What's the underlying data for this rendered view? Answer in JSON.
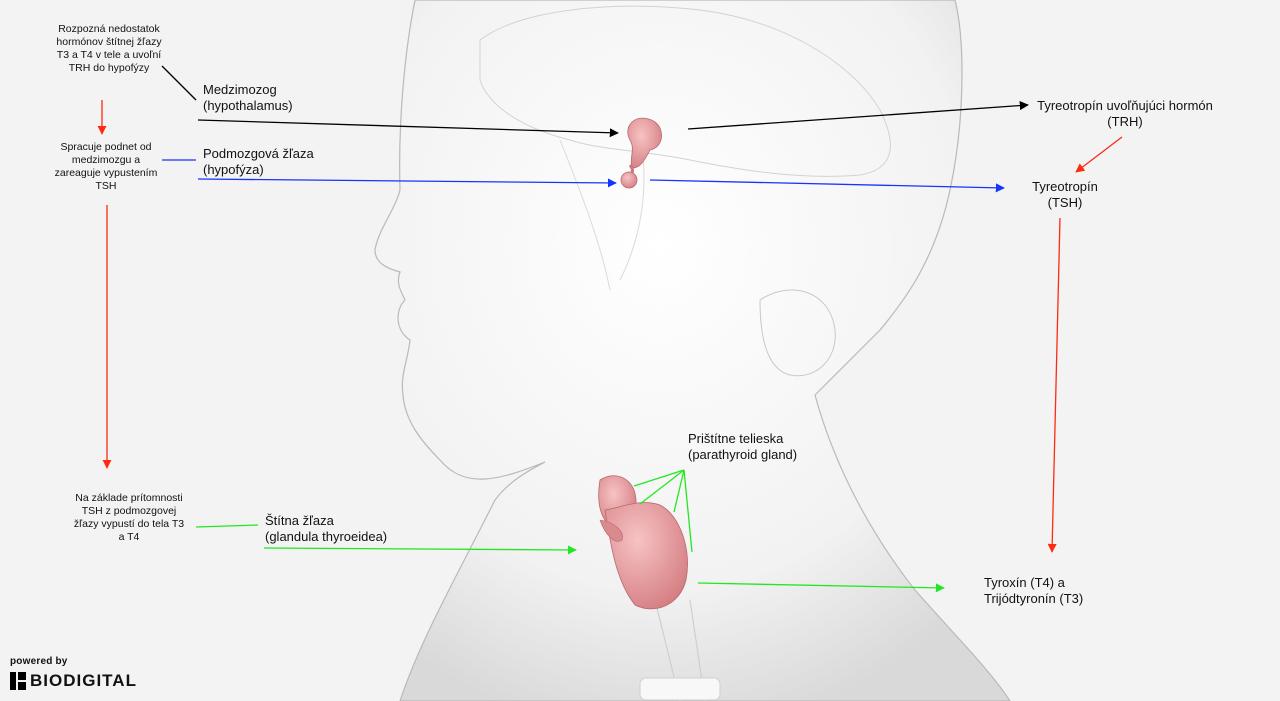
{
  "labels": {
    "hypothalamus": {
      "name": "Medzimozog",
      "latin": "(hypothalamus)"
    },
    "hypophysis": {
      "name": "Podmozgová žľaza",
      "latin": "(hypofýza)"
    },
    "thyroid": {
      "name": "Štítna žľaza",
      "latin": "(glandula thyroeidea)"
    },
    "parathyroid": {
      "name": "Prištítne telieska",
      "latin": "(parathyroid gland)"
    },
    "trh": {
      "name": "Tyreotropín uvoľňujúci hormón",
      "abbr": "(TRH)"
    },
    "tsh": {
      "name": "Tyreotropín",
      "abbr": "(TSH)"
    },
    "t4t3": {
      "line1": "Tyroxín (T4) a",
      "line2": "Trijódtyronín (T3)"
    }
  },
  "notes": {
    "step1": "Rozpozná nedostatok hormónov štítnej žľazy T3 a T4 v tele a uvoľní TRH do hypofýzy",
    "step2": "Spracuje podnet od medzimozgu a zareaguje vypustením TSH",
    "step3": "Na základe prítomnosti TSH z podmozgovej žľazy vypustí do tela T3 a T4"
  },
  "branding": {
    "powered": "powered by",
    "name": "BIODIGITAL"
  },
  "colors": {
    "red": "#ff2a10",
    "blue": "#1535ff",
    "green": "#22e822",
    "black": "#000000",
    "organ": "#e59a9c",
    "background": "#f3f3f3"
  }
}
